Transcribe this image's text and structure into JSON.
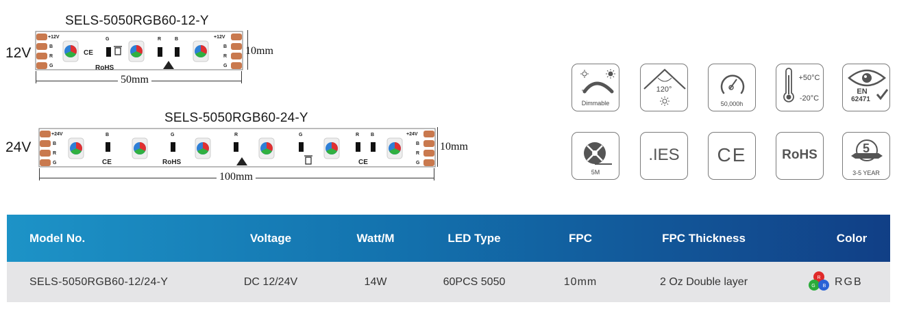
{
  "strip12": {
    "title": "SELS-5050RGB60-12-Y",
    "voltage": "12V",
    "width_label": "50mm",
    "height_label": "10mm",
    "pads_left": [
      "+12V",
      "B",
      "R",
      "G"
    ],
    "pads_right": [
      "+12V",
      "B",
      "R",
      "G"
    ],
    "marks": [
      "G",
      "R",
      "B",
      "CE",
      "RoHS"
    ]
  },
  "strip24": {
    "title": "SELS-5050RGB60-24-Y",
    "voltage": "24V",
    "width_label": "100mm",
    "height_label": "10mm",
    "pads_left": [
      "+24V",
      "B",
      "R",
      "G"
    ],
    "pads_right": [
      "+24V",
      "B",
      "R",
      "G"
    ],
    "marks": [
      "B",
      "G",
      "R",
      "G",
      "R",
      "B",
      "CE",
      "RoHS",
      "CE"
    ]
  },
  "icons": {
    "dimmable": "Dimmable",
    "beam_angle": "120°",
    "lifetime": "50,000h",
    "temp_high": "+50°C",
    "temp_low": "-20°C",
    "en_label": "EN",
    "en_number": "62471",
    "reel_length": "5M",
    "ies": ".IES",
    "ce": "CE",
    "rohs": "RoHS",
    "warranty_number": "5",
    "warranty_text": "3-5 YEAR"
  },
  "table": {
    "headers": [
      "Model No.",
      "Voltage",
      "Watt/M",
      "LED Type",
      "FPC",
      "FPC Thickness",
      "Color"
    ],
    "row": [
      "SELS-5050RGB60-12/24-Y",
      "DC 12/24V",
      "14W",
      "60PCS 5050",
      "10mm",
      "2 Oz Double layer",
      "RGB"
    ],
    "color_badges": [
      "R",
      "G",
      "B"
    ]
  },
  "colors": {
    "header_start": "#1d93c7",
    "header_end": "#113f86",
    "row_bg": "#e5e5e7",
    "pad": "#c9794e"
  }
}
